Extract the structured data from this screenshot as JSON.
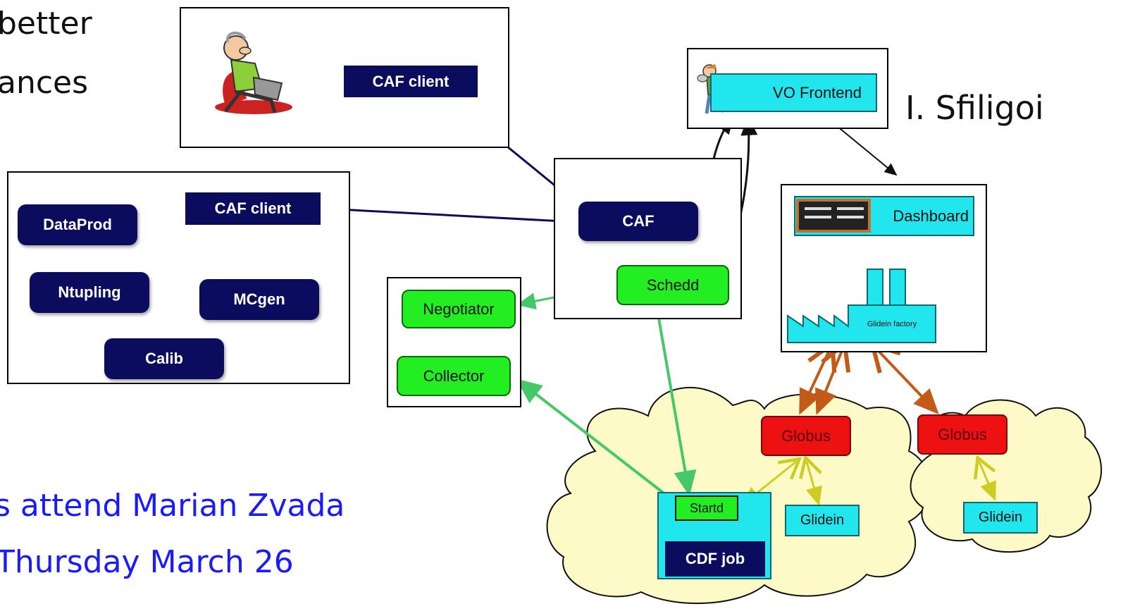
{
  "slide": {
    "top_left_line1": "better",
    "top_left_line2": "ances",
    "author": "I. Sfiligoi",
    "note_line1": "s attend Marian Zvada",
    "note_line2": "Thursday March 26"
  },
  "diagram": {
    "user_box": {
      "caf_client": "CAF client"
    },
    "client_box": {
      "caf_client": "CAF client",
      "dataprod": "DataProd",
      "ntupling": "Ntupling",
      "mcgen": "MCgen",
      "calib": "Calib"
    },
    "caf_box": {
      "caf": "CAF",
      "schedd": "Schedd"
    },
    "pool_box": {
      "negotiator": "Negotiator",
      "collector": "Collector"
    },
    "frontend_box": {
      "vo_frontend": "VO Frontend"
    },
    "factory_box": {
      "dashboard": "Dashboard",
      "glidein_factory": "Glidein factory"
    },
    "grid": {
      "globus_1": "Globus",
      "globus_2": "Globus",
      "startd": "Startd",
      "cdf_job": "CDF job",
      "glidein_1": "Glidein",
      "glidein_2": "Glidein"
    }
  },
  "colors": {
    "navy": "#0c0c5e",
    "condor_green": "#22ee22",
    "glidein_cyan": "#22e6ee",
    "globus_red": "#ee1111",
    "cloud": "#fdfac8",
    "slide_blue": "#1a1aff"
  }
}
